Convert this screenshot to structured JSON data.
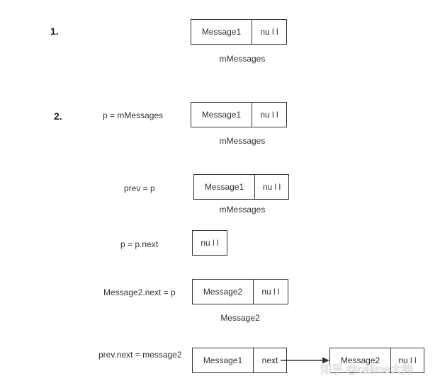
{
  "steps": [
    {
      "number": "1."
    },
    {
      "number": "2."
    }
  ],
  "diagram": {
    "s1_node": {
      "value": "Message1",
      "next": "nu l l"
    },
    "s1_caption": "mMessages",
    "s2_label": "p = mMessages",
    "s2_node": {
      "value": "Message1",
      "next": "nu l l"
    },
    "s2_caption": "mMessages",
    "s3_label": "prev = p",
    "s3_node": {
      "value": "Message1",
      "next": "nu l l"
    },
    "s3_caption": "mMessages",
    "s4_label": "p = p.next",
    "s4_node": {
      "value": "nu l l"
    },
    "s5_label": "Message2.next = p",
    "s5_node": {
      "value": "Message2",
      "next": "nu l l"
    },
    "s5_caption": "Message2",
    "s6_label": "prev.next = message2",
    "s6_node_a": {
      "value": "Message1",
      "next": "next"
    },
    "s6_node_b": {
      "value": "Message2",
      "next": "nu l l"
    }
  },
  "watermark": "知乎 @callme大帅",
  "colors": {
    "stroke": "#333333",
    "text": "#333333",
    "background": "#ffffff"
  }
}
